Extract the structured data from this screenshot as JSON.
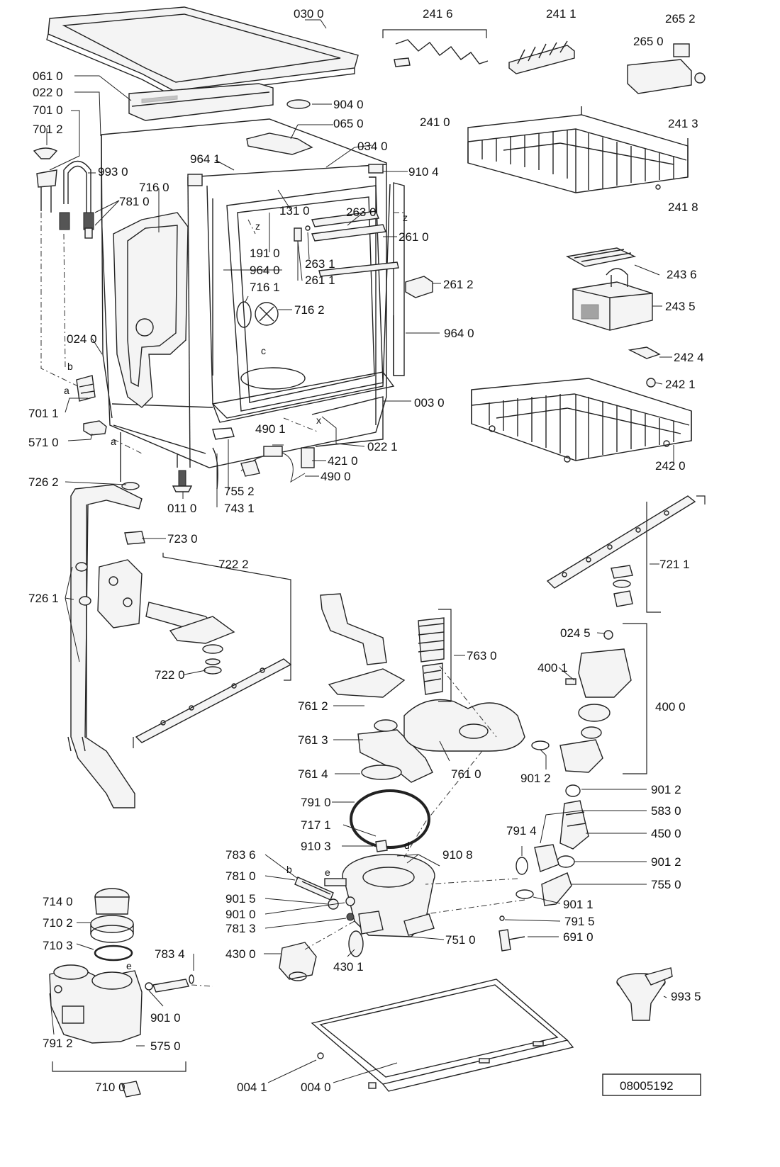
{
  "labels": {
    "l0300": "030 0",
    "l2416": "241 6",
    "l2411": "241 1",
    "l2652": "265 2",
    "l2650": "265 0",
    "l0610": "061 0",
    "l0220": "022 0",
    "l7010": "701 0",
    "l7012": "701 2",
    "l9040": "904 0",
    "l0650": "065 0",
    "l2410": "241 0",
    "l2413": "241 3",
    "l0340": "034 0",
    "l9641a": "964 1",
    "l9930": "993 0",
    "l9104": "910 4",
    "l7160": "716 0",
    "l7810a": "781 0",
    "l1310": "131 0",
    "l2630": "263 0",
    "l2418": "241 8",
    "l2610": "261 0",
    "l1910": "191 0",
    "l2631": "263 1",
    "l9640a": "964 0",
    "l2611": "261 1",
    "l2612": "261 2",
    "l2436": "243 6",
    "l7161": "716 1",
    "l7162": "716 2",
    "l2435": "243 5",
    "l0240": "024 0",
    "l9640b": "964 0",
    "l2424": "242 4",
    "l2421": "242 1",
    "l7011": "701 1",
    "l0030": "003 0",
    "l5710": "571 0",
    "l0221": "022 1",
    "l4901": "490 1",
    "l4210": "421 0",
    "l4900": "490 0",
    "l2420": "242 0",
    "l7262": "726 2",
    "l7552": "755 2",
    "l0110": "011 0",
    "l7431": "743 1",
    "l7230": "723 0",
    "l7222": "722 2",
    "l7211": "721 1",
    "l7261": "726 1",
    "l7630": "763 0",
    "l0245": "024 5",
    "l7220": "722 0",
    "l4001": "400 1",
    "l4000": "400 0",
    "l7612": "761 2",
    "l7613": "761 3",
    "l7614": "761 4",
    "l7610": "761 0",
    "l9012a": "901 2",
    "l9012b": "901 2",
    "l7910": "791 0",
    "l5830": "583 0",
    "l7171": "717 1",
    "l4500": "450 0",
    "l7914": "791 4",
    "l9103": "910 3",
    "l7836": "783 6",
    "l9108": "910 8",
    "l9012c": "901 2",
    "l7810b": "781 0",
    "l7550": "755 0",
    "l7140": "714 0",
    "l9015": "901 5",
    "l9010a": "901 0",
    "l9011": "901 1",
    "l7102": "710 2",
    "l7813": "781 3",
    "l7915": "791 5",
    "l7510": "751 0",
    "l6910": "691 0",
    "l7103": "710 3",
    "l7834": "783 4",
    "l4300": "430 0",
    "l4301": "430 1",
    "l9935": "993 5",
    "l9010b": "901 0",
    "l7912": "791 2",
    "l5750": "575 0",
    "l0041": "004 1",
    "l0040": "004 0",
    "l7100": "710 0"
  },
  "letters": {
    "a1": "a",
    "b1": "b",
    "a2": "a",
    "x": "x",
    "z1": "z",
    "z2": "z",
    "c": "c",
    "b2": "b",
    "e1": "e",
    "d": "d",
    "e2": "e"
  },
  "document_id": "08005192"
}
